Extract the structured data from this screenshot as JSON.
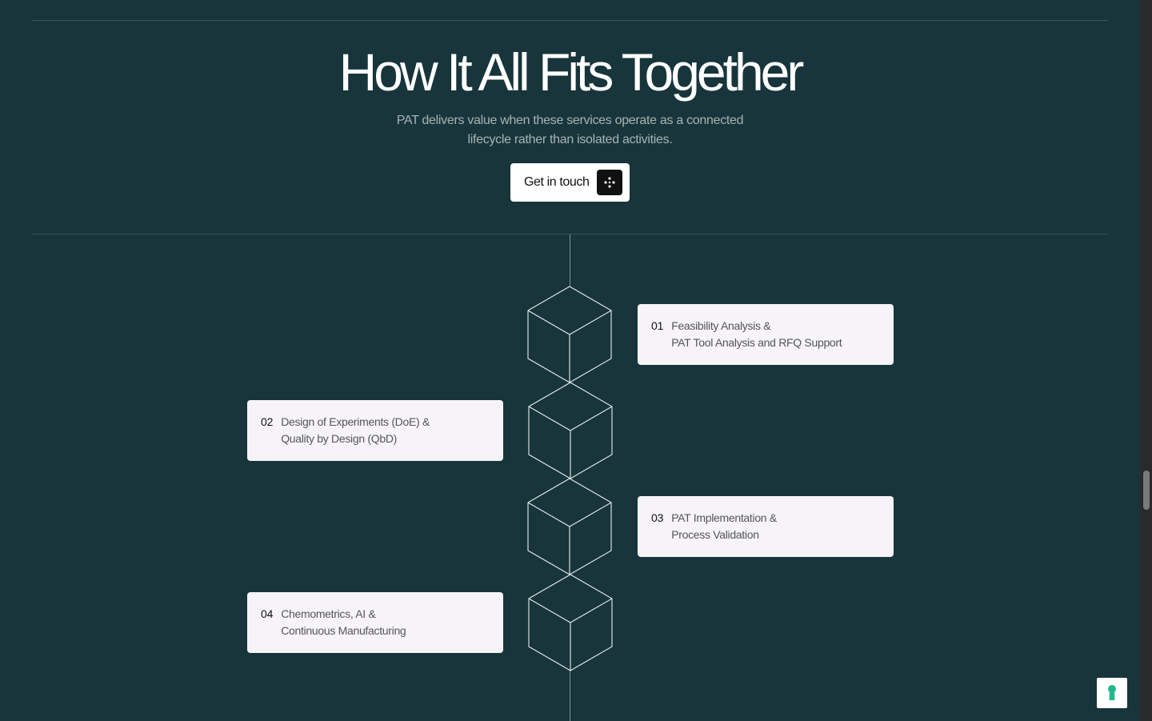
{
  "section": {
    "title": "How It All Fits Together",
    "subtitle_line1": "PAT delivers value when these services operate as a connected",
    "subtitle_line2": "lifecycle rather than isolated activities.",
    "cta_label": "Get in touch",
    "cta_icon": "four-point-dots-icon"
  },
  "steps": [
    {
      "number": "01",
      "line1": "Feasibility Analysis &",
      "line2": "PAT Tool Analysis and RFQ Support"
    },
    {
      "number": "02",
      "line1": "Design of Experiments (DoE) &",
      "line2": "Quality by Design (QbD)"
    },
    {
      "number": "03",
      "line1": "PAT Implementation &",
      "line2": "Process Validation"
    },
    {
      "number": "04",
      "line1": "Chemometrics, AI &",
      "line2": "Continuous Manufacturing"
    }
  ],
  "floating_widget": {
    "icon": "keyhole-icon",
    "color": "#1fb98a"
  },
  "colors": {
    "background": "#17353a",
    "card": "#f6f4f8",
    "accent": "#1fb98a"
  }
}
